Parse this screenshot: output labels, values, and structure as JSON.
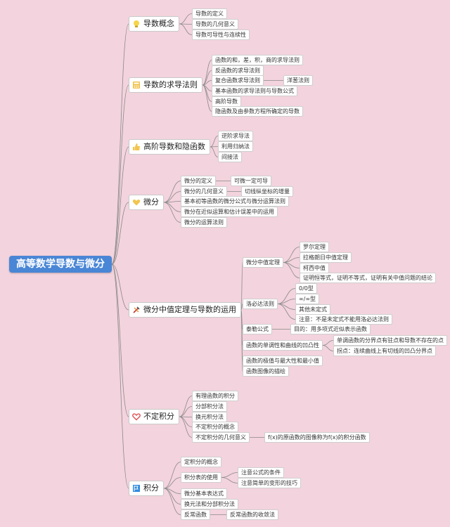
{
  "root": "高等数学导数与微分",
  "branches": [
    {
      "label": "导数概念",
      "icon": "lightbulb-icon",
      "children": [
        "导数的定义",
        "导数的几何意义",
        "导数可导性与连续性"
      ]
    },
    {
      "label": "导数的求导法则",
      "icon": "calculator-icon",
      "children": [
        "函数的和，差，积，商的求导法则",
        "反函数的求导法则",
        "复合函数求导法则",
        "基本函数的求导法则与导数公式",
        "高阶导数",
        "隐函数及由参数方程所确定的导数"
      ],
      "sub": {
        "复合函数求导法则": "洋葱法则"
      }
    },
    {
      "label": "高阶导数和隐函数",
      "icon": "thumbs-up-icon",
      "children": [
        "逆阶求导法",
        "利用归纳法",
        "间接法"
      ]
    },
    {
      "label": "微分",
      "icon": "heart-icon",
      "children": [
        "微分的定义",
        "微分的几何意义",
        "基本初等函数的微分公式与微分运算法则",
        "微分在近似运算和估计误差中的运用",
        "微分的运算法则"
      ],
      "sub": {
        "微分的定义": "可微一定可导",
        "微分的几何意义": "切线纵坐标的增量"
      }
    },
    {
      "label": "微分中值定理与导数的运用",
      "icon": "tools-icon",
      "children": [
        "微分中值定理",
        "洛必达法则",
        "泰勒公式",
        "函数的单调性和曲线的凹凸性",
        "函数的极值与最大性和最小值",
        "函数图像的描绘"
      ],
      "mvt": [
        "罗尔定理",
        "拉格朗日中值定理",
        "柯西中值",
        "证明恒等式，证明不等式，证明有关中值问题的结论"
      ],
      "lhopital": [
        "0/0型",
        "∞/∞型",
        "其他未定式",
        "注意：不是未定式不能用洛必达法则"
      ],
      "taylor": "目的：用多项式近似表示函数",
      "convex": [
        "单调函数的分界点有驻点和导数不存在的点",
        "拐点：连续曲线上有切线的凹凸分界点"
      ]
    },
    {
      "label": "不定积分",
      "icon": "heart-outline-icon",
      "children": [
        "有理函数的积分",
        "分部积分法",
        "换元积分法",
        "不定积分的概念",
        "不定积分的几何意义"
      ],
      "sub": {
        "不定积分的几何意义": "f(x)的原函数的图像称为f(x)的积分函数"
      }
    },
    {
      "label": "积分",
      "icon": "flag-icon",
      "children": [
        "定积分的概念",
        "积分表的使用",
        "微分基本表达式",
        "换元法和分部积分法",
        "反常函数"
      ],
      "table": [
        "注意公式的条件",
        "注意简单的变形的技巧"
      ],
      "sub": {
        "反常函数": "反常函数的收敛法"
      }
    }
  ],
  "colors": {
    "background": "#f3d3dd",
    "root": "#4a86d6",
    "line": "#8a8a8a"
  }
}
